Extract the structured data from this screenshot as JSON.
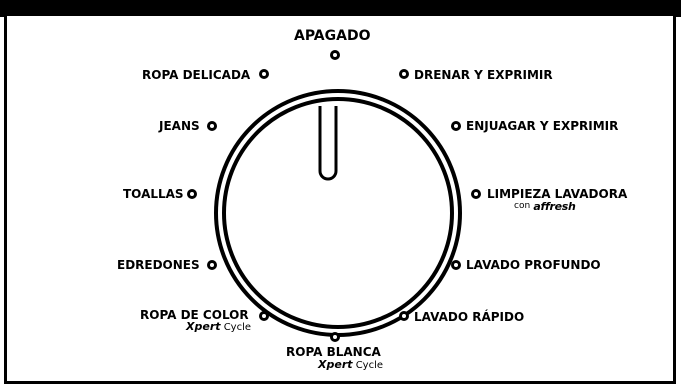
{
  "dial": {
    "off": "APAGADO",
    "left": {
      "delicate": "ROPA DELICADA",
      "jeans": "JEANS",
      "towels": "TOALLAS",
      "bedding": "EDREDONES",
      "colors": "ROPA DE COLOR",
      "colors_sub_brand": "Xpert",
      "colors_sub_word": "Cycle"
    },
    "right": {
      "drain": "DRENAR Y EXPRIMIR",
      "rinse": "ENJUAGAR Y EXPRIMIR",
      "clean": "LIMPIEZA LAVADORA",
      "clean_sub_con": "con",
      "clean_sub_brand": "affresh",
      "deep": "LAVADO PROFUNDO",
      "quick": "LAVADO RÁPIDO"
    },
    "bottom": {
      "whites": "ROPA BLANCA",
      "whites_sub_brand": "Xpert",
      "whites_sub_word": "Cycle"
    }
  }
}
